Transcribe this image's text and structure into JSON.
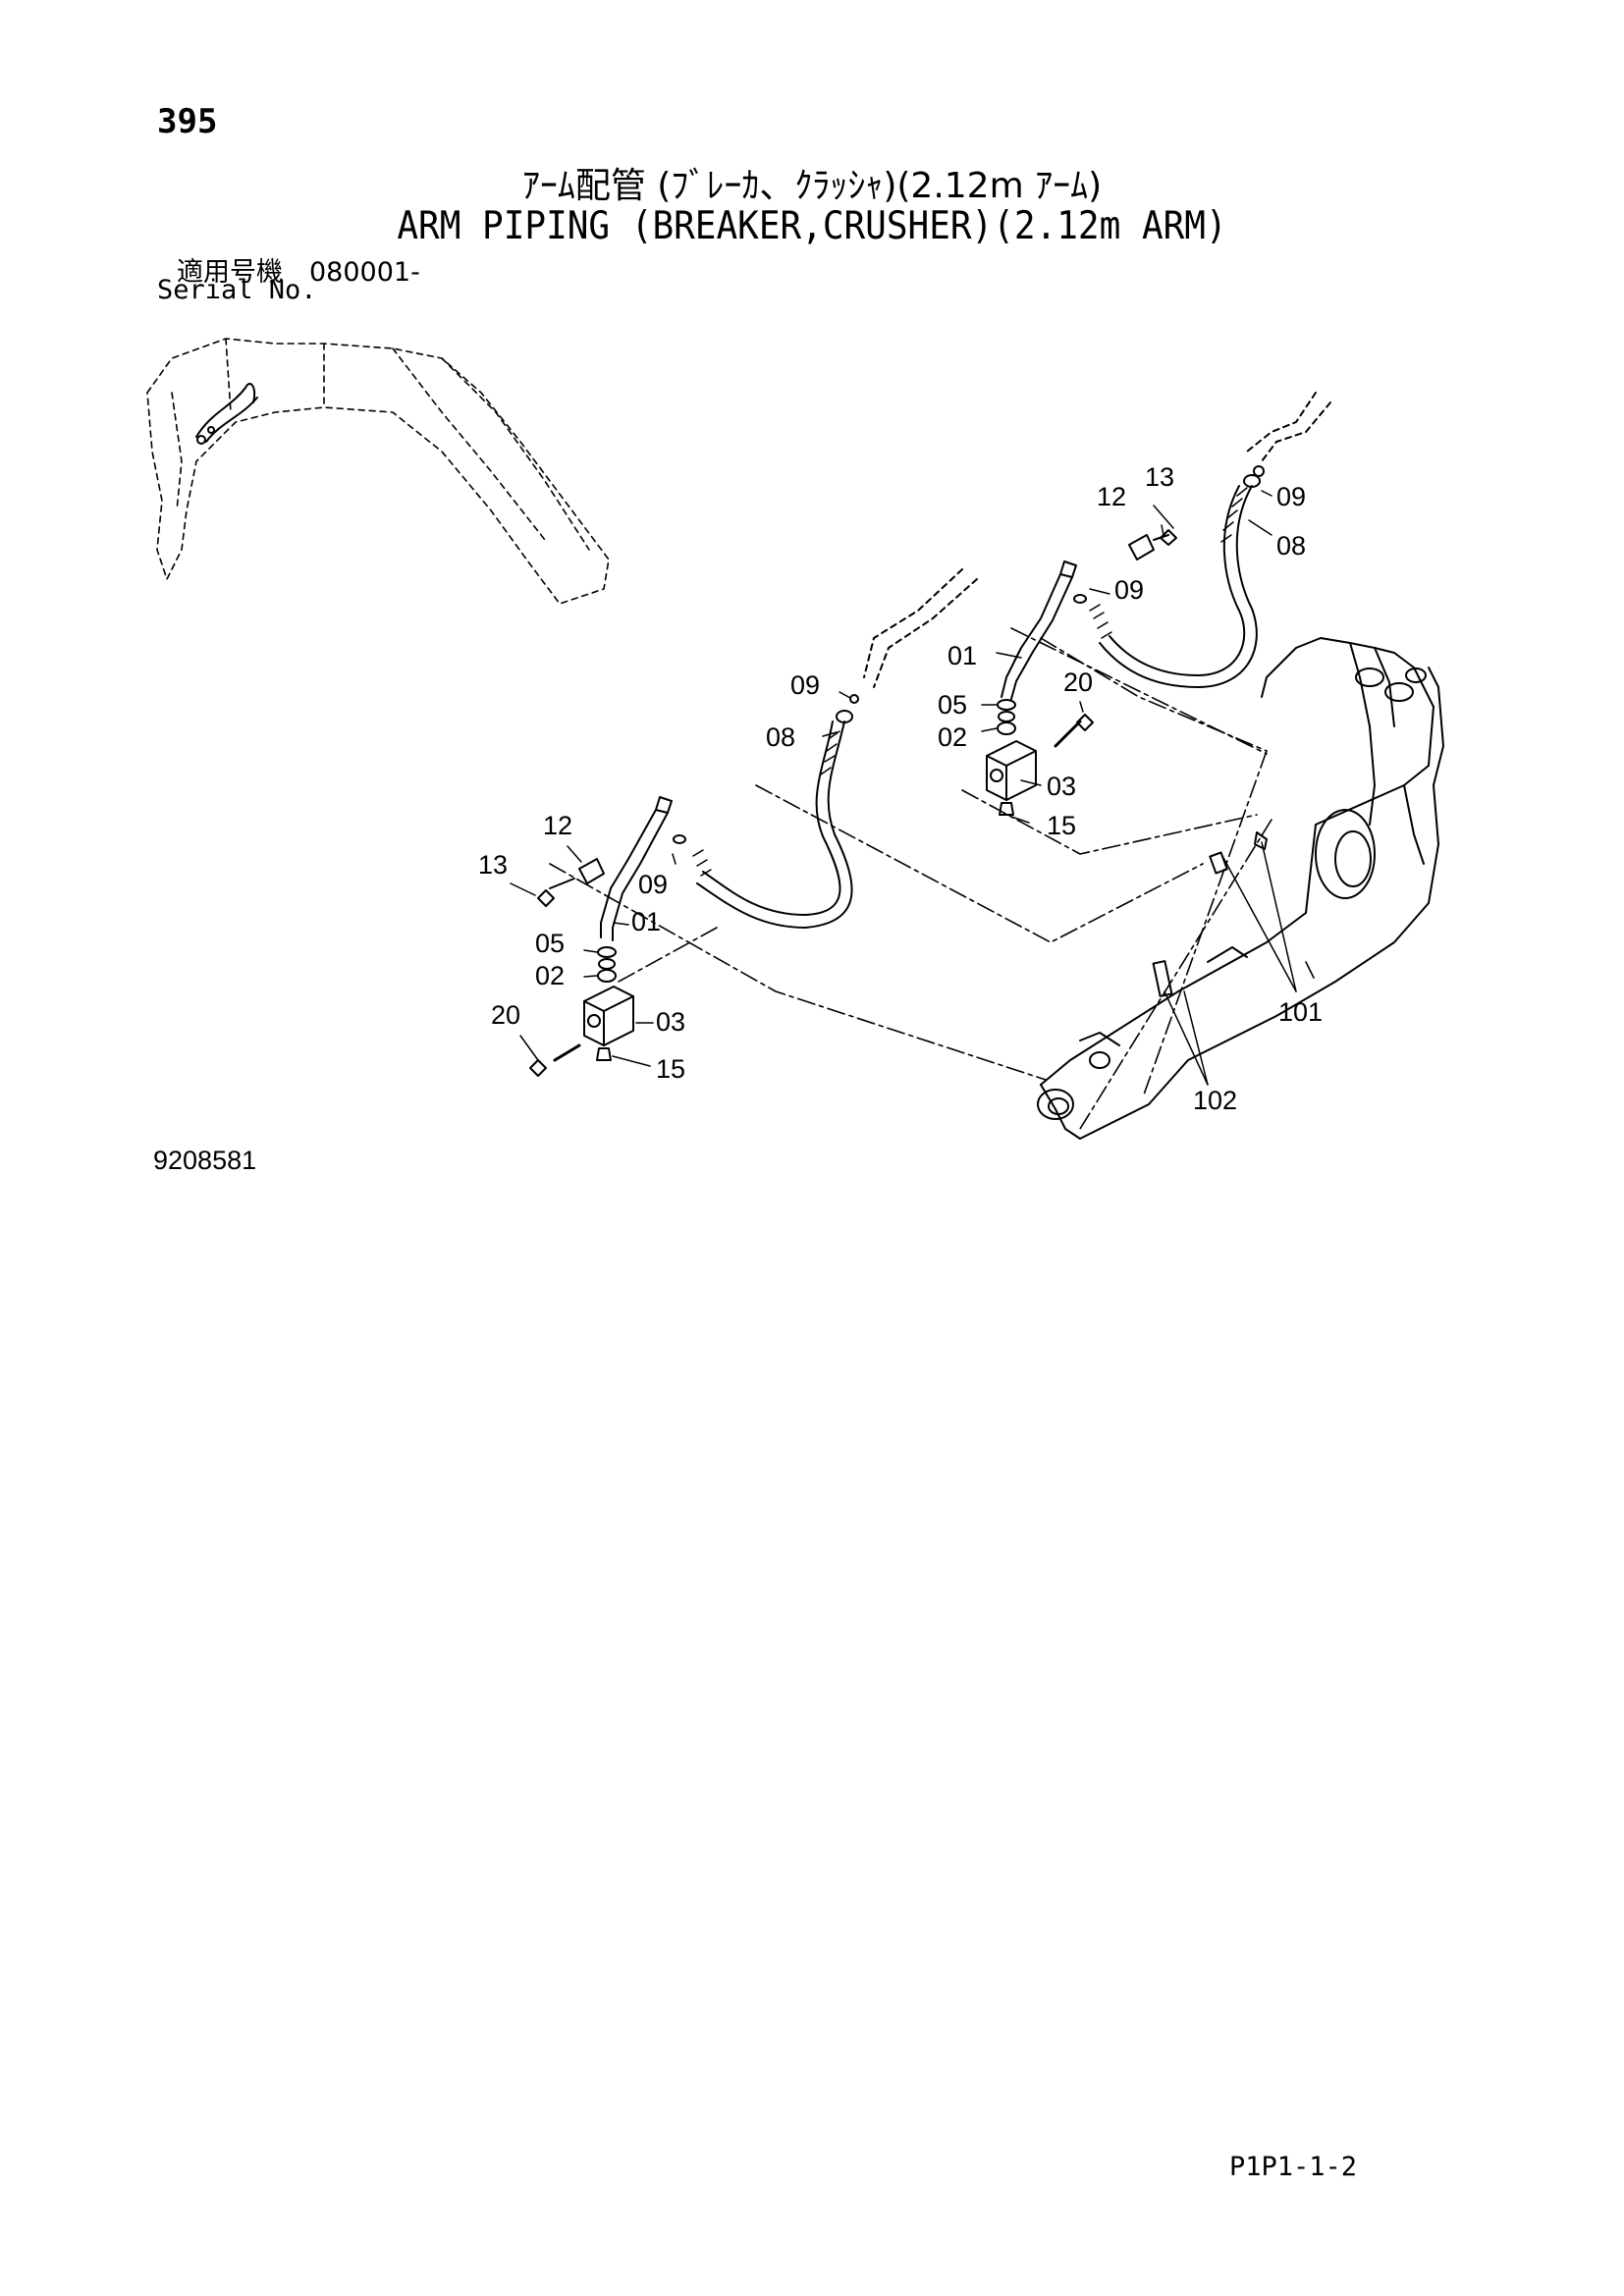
{
  "header": {
    "page_number": "395",
    "title_jp": "ｱｰﾑ配管 (ﾌﾞﾚｰｶ、ｸﾗｯｼｬ)(2.12m ｱｰﾑ)",
    "title_en": "ARM PIPING (BREAKER,CRUSHER)(2.12m ARM)",
    "serial_label_jp": "適用号機　080001-",
    "serial_label_en": "Serial No."
  },
  "callouts": {
    "c13_upper": "13",
    "c12_upper": "12",
    "c09_top": "09",
    "c08_top": "08",
    "c09_mid": "09",
    "c01_mid": "01",
    "c20_mid": "20",
    "c05_mid": "05",
    "c02_mid": "02",
    "c03_mid": "03",
    "c15_mid": "15",
    "c09_left": "09",
    "c08_left": "08",
    "c12_lower": "12",
    "c13_lower": "13",
    "c09_lower": "09",
    "c01_lower": "01",
    "c05_lower": "05",
    "c02_lower": "02",
    "c20_lower": "20",
    "c03_lower": "03",
    "c15_lower": "15",
    "c101": "101",
    "c102": "102"
  },
  "footer": {
    "drawing_id": "9208581",
    "page_code": "P1P1-1-2"
  }
}
